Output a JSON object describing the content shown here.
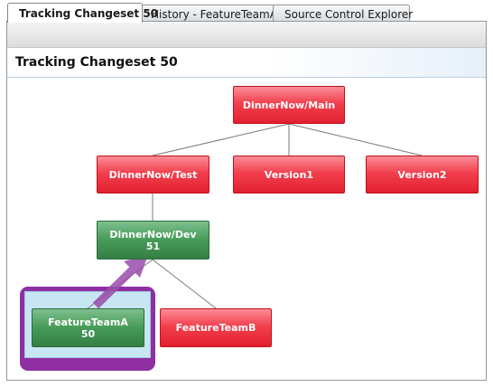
{
  "tabs": [
    {
      "label": "Tracking Changeset 50",
      "active": true
    },
    {
      "label": "History - FeatureTeamA",
      "active": false
    },
    {
      "label": "Source Control Explorer",
      "active": false
    }
  ],
  "header": {
    "title": "Tracking Changeset 50"
  },
  "diagram": {
    "main": {
      "label": "DinnerNow/Main",
      "changeset": ""
    },
    "test": {
      "label": "DinnerNow/Test",
      "changeset": ""
    },
    "version1": {
      "label": "Version1",
      "changeset": ""
    },
    "version2": {
      "label": "Version2",
      "changeset": ""
    },
    "dev": {
      "label": "DinnerNow/Dev",
      "changeset": "51"
    },
    "team_a": {
      "label": "FeatureTeamA",
      "changeset": "50"
    },
    "team_b": {
      "label": "FeatureTeamB",
      "changeset": ""
    }
  },
  "colors": {
    "branch_untracked": "#e2202f",
    "branch_tracked": "#469a58",
    "selection_highlight": "#8f2fa3",
    "merge_arrow": "#9b4dab"
  }
}
